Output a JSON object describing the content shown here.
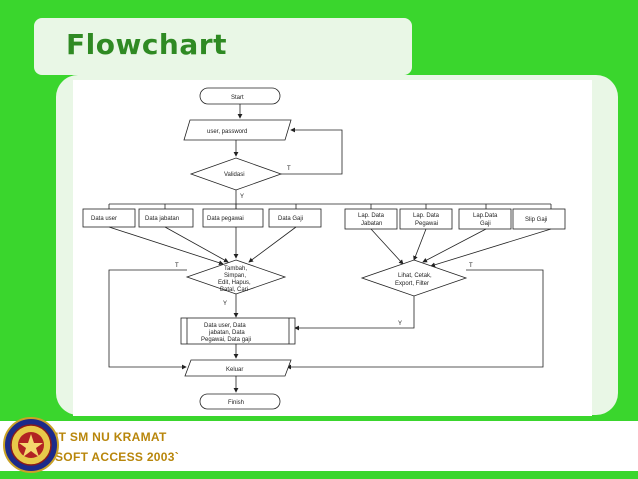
{
  "slide": {
    "title": "Flowchart",
    "footer_line1": "IT SM NU KRAMAT",
    "footer_line2": "SOFT ACCESS 2003`"
  },
  "flowchart": {
    "start": "Start",
    "login": "user, password",
    "validasi": "Validasi",
    "yes": "Y",
    "no": "T",
    "data_user": "Data user",
    "data_jabatan": "Data jabatan",
    "data_pegawai": "Data pegawai",
    "data_gaji": "Data Gaji",
    "lap_data_jabatan_1": "Lap. Data",
    "lap_data_jabatan_2": "Jabatan",
    "lap_data_pegawai_1": "Lap. Data",
    "lap_data_pegawai_2": "Pegawai",
    "lap_data_gaji_1": "Lap.Data",
    "lap_data_gaji_2": "Gaji",
    "slip_gaji": "Slip Gaji",
    "crud_1": "Tambah,",
    "crud_2": "Simpan,",
    "crud_3": "Edit, Hapus,",
    "crud_4": "Batal, Cari",
    "report_1": "Lihat, Cetak,",
    "report_2": "Export, Filter",
    "db_1": "Data user, Data",
    "db_2": "jabatan, Data",
    "db_3": "Pegawai, Data gaji",
    "keluar": "Keluar",
    "finish": "Finish"
  }
}
